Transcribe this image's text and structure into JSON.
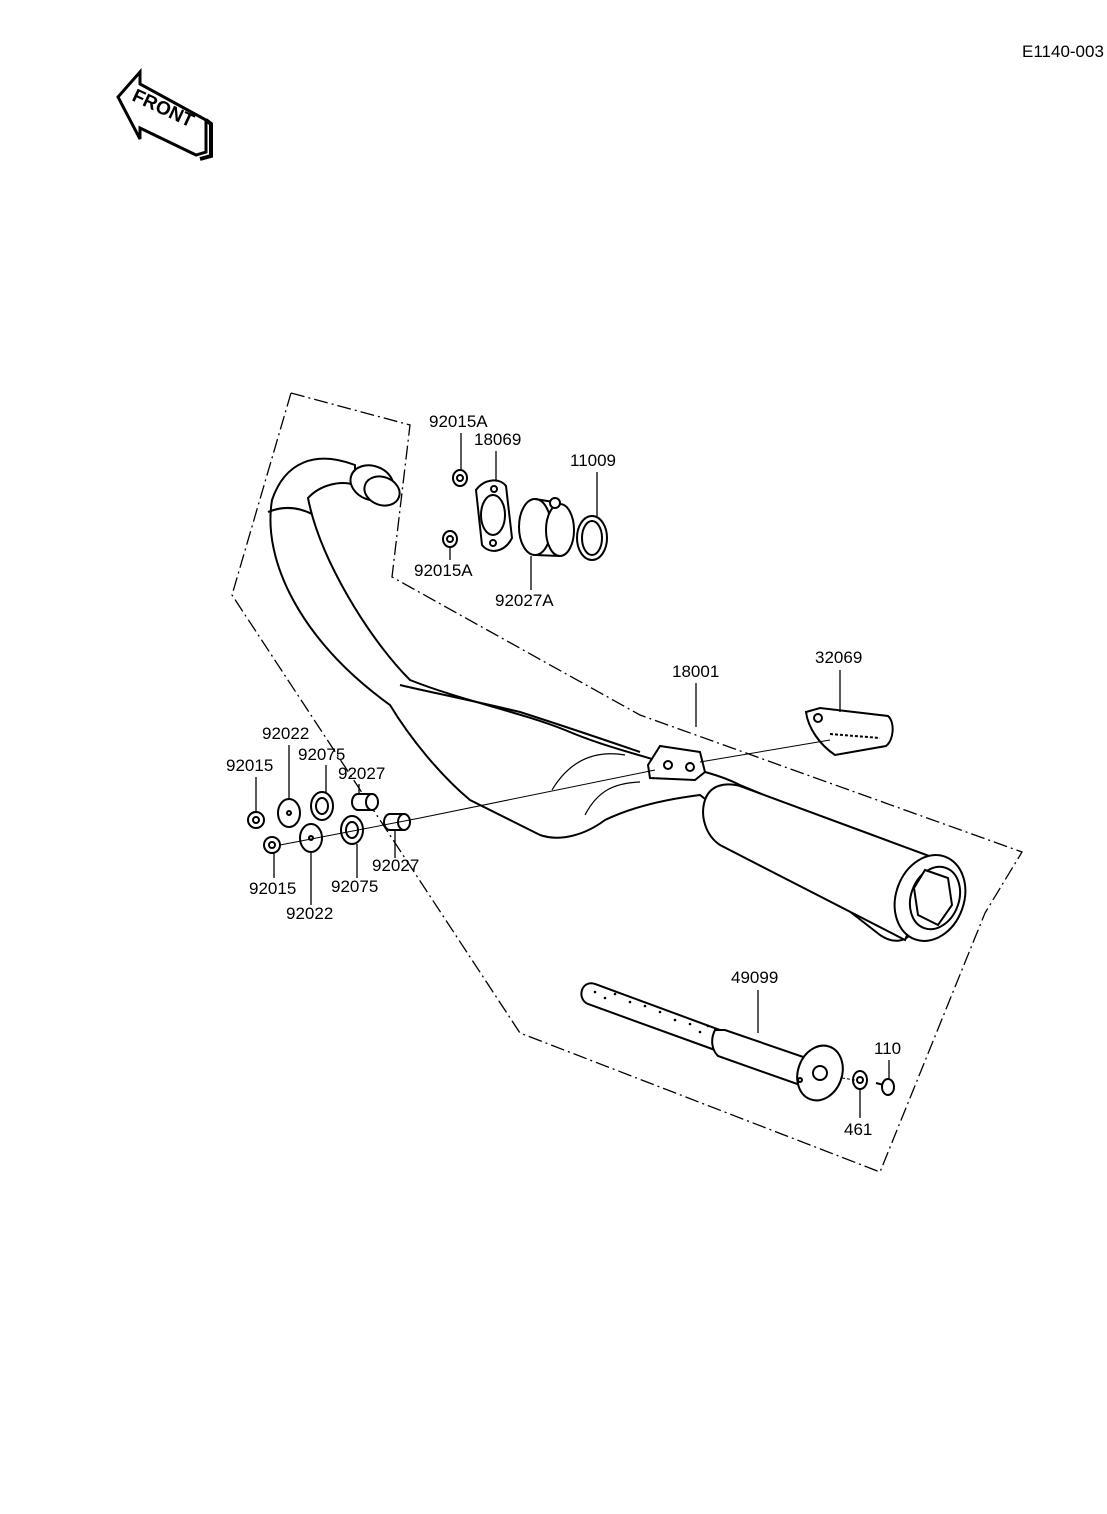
{
  "diagram": {
    "reference_code": "E1140-003",
    "front_arrow_label": "FRONT",
    "parts": {
      "p_92015A_top": "92015A",
      "p_18069": "18069",
      "p_11009": "11009",
      "p_92015A_bottom": "92015A",
      "p_92027A": "92027A",
      "p_18001": "18001",
      "p_32069": "32069",
      "p_92022_top": "92022",
      "p_92075_top": "92075",
      "p_92015_top": "92015",
      "p_92027_top": "92027",
      "p_92027_bottom": "92027",
      "p_92015_bottom": "92015",
      "p_92075_bottom": "92075",
      "p_92022_bottom": "92022",
      "p_49099": "49099",
      "p_110": "110",
      "p_461": "461"
    }
  }
}
